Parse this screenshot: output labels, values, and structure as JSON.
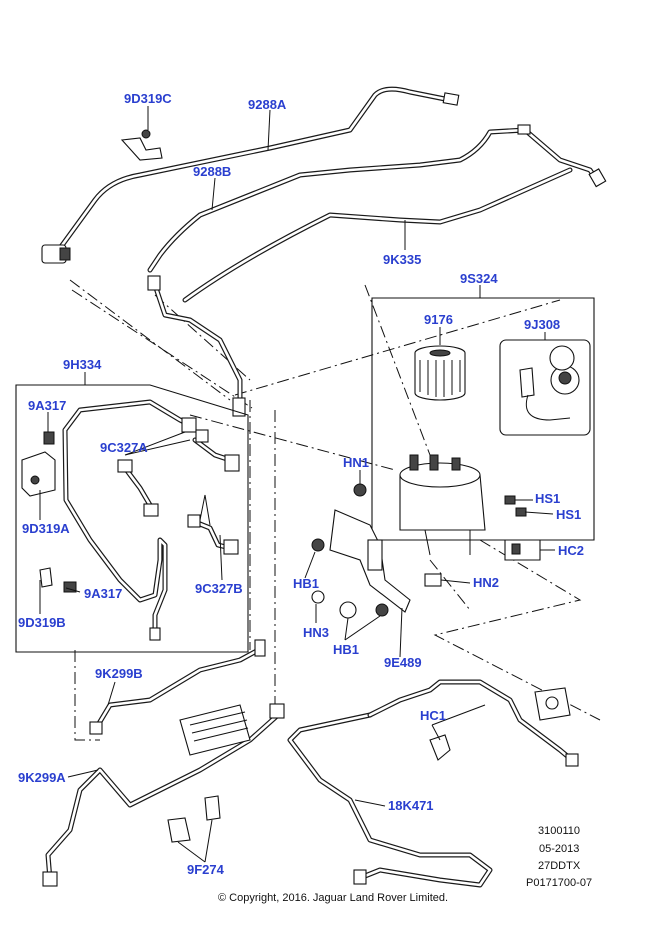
{
  "labels": {
    "d319c": "9D319C",
    "a9288": "9288A",
    "b9288": "9288B",
    "k335": "9K335",
    "s324": "9S324",
    "p9176": "9176",
    "j308": "9J308",
    "h334": "9H334",
    "a317_1": "9A317",
    "c327a": "9C327A",
    "d319a": "9D319A",
    "a317_2": "9A317",
    "d319b": "9D319B",
    "c327b": "9C327B",
    "hn1": "HN1",
    "hs1a": "HS1",
    "hs1b": "HS1",
    "hc2": "HC2",
    "hb1a": "HB1",
    "hn2": "HN2",
    "hn3": "HN3",
    "hb1b": "HB1",
    "e489": "9E489",
    "k299b": "9K299B",
    "hc1": "HC1",
    "k299a": "9K299A",
    "k471": "18K471",
    "f274": "9F274"
  },
  "meta": {
    "line1": "3100110",
    "line2": "05-2013",
    "line3": "27DDTX",
    "line4": "P0171700-07"
  },
  "copyright": "© Copyright, 2016. Jaguar Land Rover Limited."
}
